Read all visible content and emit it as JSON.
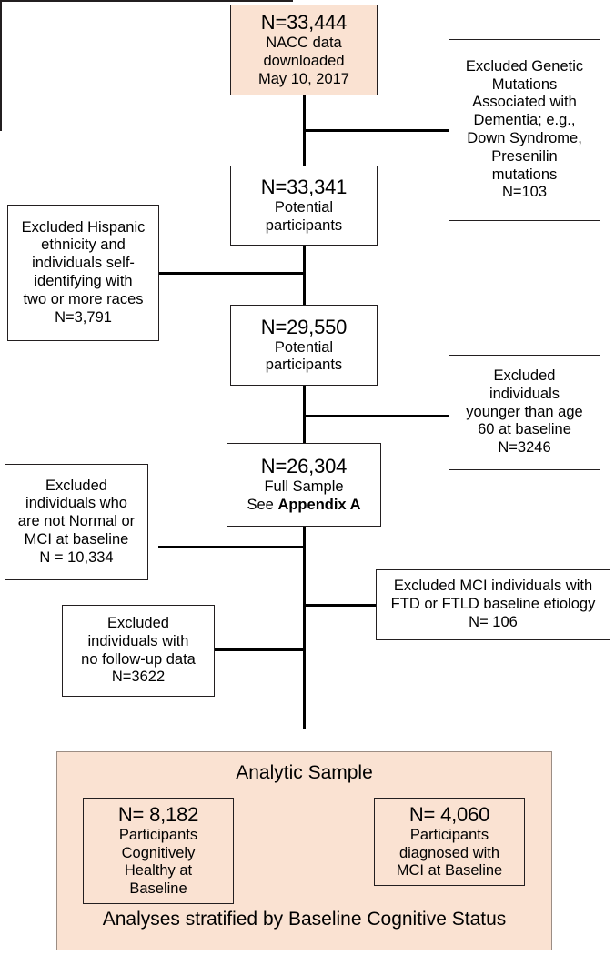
{
  "figure": {
    "type": "flowchart",
    "title": "NACC participant selection flow diagram",
    "colors": {
      "fill_peach": "#FAE2D2",
      "border": "#231F20",
      "panel_border": "#9B8D84",
      "background": "#FFFFFF"
    }
  },
  "nodes": {
    "source": {
      "n": "N=33,444",
      "line1": "NACC data",
      "line2": "downloaded",
      "line3": "May 10, 2017"
    },
    "excluded_genetic": {
      "line1": "Excluded Genetic",
      "line2": "Mutations",
      "line3": "Associated with",
      "line4": "Dementia; e.g.,",
      "line5": "Down Syndrome,",
      "line6": "Presenilin",
      "line7": "mutations",
      "n": "N=103"
    },
    "potential1": {
      "n": "N=33,341",
      "line1": "Potential",
      "line2": "participants"
    },
    "excluded_ethnicity": {
      "line1": "Excluded Hispanic",
      "line2": "ethnicity and",
      "line3": "individuals self-",
      "line4": "identifying with",
      "line5": "two or more races",
      "n": "N=3,791"
    },
    "potential2": {
      "n": "N=29,550",
      "line1": "Potential",
      "line2": "participants"
    },
    "excluded_age": {
      "line1": "Excluded",
      "line2": "individuals",
      "line3": "younger than age",
      "line4": "60 at baseline",
      "n": "N=3246"
    },
    "full_sample": {
      "n": "N=26,304",
      "line1": "Full Sample",
      "line2_prefix": "See ",
      "line2_bold": "Appendix A"
    },
    "excluded_not_normal_mci": {
      "line1": "Excluded",
      "line2": "individuals who",
      "line3": "are not Normal or",
      "line4": "MCI at baseline",
      "n": "N =  10,334"
    },
    "excluded_ftd": {
      "line1": "Excluded MCI individuals with",
      "line2": "FTD or FTLD baseline etiology",
      "n": "N= 106"
    },
    "excluded_no_followup": {
      "line1": "Excluded",
      "line2": "individuals with",
      "line3": "no follow-up data",
      "n": "N=3622"
    }
  },
  "analytic_sample": {
    "title": "Analytic Sample",
    "footer": "Analyses stratified by Baseline Cognitive Status",
    "left_group": {
      "n": "N= 8,182",
      "line1": "Participants",
      "line2": "Cognitively",
      "line3": "Healthy at",
      "line4": "Baseline"
    },
    "right_group": {
      "n": "N= 4,060",
      "line1": "Participants",
      "line2": "diagnosed with",
      "line3": "MCI at Baseline"
    }
  }
}
